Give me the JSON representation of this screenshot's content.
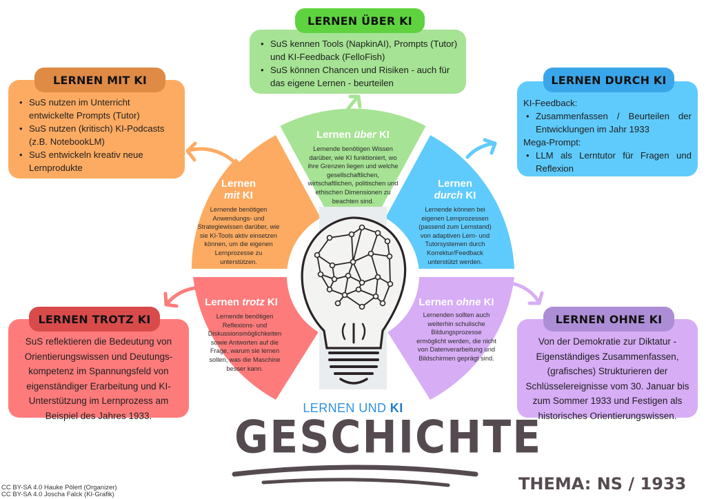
{
  "colors": {
    "ueber_card": "#a6e394",
    "ueber_head": "#5ed33f",
    "ueber_seg": "#a6e394",
    "mit_card": "#fdab62",
    "mit_head": "#df8a45",
    "mit_seg": "#fdab62",
    "durch_card": "#5fcbfc",
    "durch_head": "#3aa6ea",
    "durch_seg": "#5fcbfc",
    "trotz_card": "#fe7b7b",
    "trotz_head": "#d94b4b",
    "trotz_seg": "#fe7b7b",
    "ohne_card": "#d7adf6",
    "ohne_head": "#ad8ed6",
    "ohne_seg": "#d7adf6",
    "title": "#554a50",
    "subtitle": "#2f92e0"
  },
  "cards": {
    "ueber": {
      "heading": "LERNEN ÜBER KI",
      "bullets": [
        "SuS kennen Tools (NapkinAI), Prompts (Tutor) und KI-Feedback (FelloFish)",
        "SuS können Chancen und Risiken - auch für das eigene Lernen - beurteilen"
      ]
    },
    "mit": {
      "heading": "LERNEN MIT KI",
      "bullets": [
        "SuS nutzen im Unterricht entwickelte Prompts (Tutor)",
        "SuS nutzen (kritisch) KI-Podcasts (z.B. NotebookLM)",
        "SuS entwickeln kreativ neue Lernprodukte"
      ]
    },
    "durch": {
      "heading": "LERNEN DURCH KI",
      "label1": "KI-Feedback:",
      "bullet1": "Zusammenfassen / Beurteilen der Entwicklungen im Jahr 1933",
      "label2": "Mega-Prompt:",
      "bullet2": "LLM als Lerntutor für Fragen und Reflexion"
    },
    "trotz": {
      "heading": "LERNEN TROTZ KI",
      "text": "SuS reflektieren die Bedeutung von Orientierungswissen und Deutungs­kompetenz im Spannungsfeld von eigenständiger Erarbeitung und KI-Unterstützung im Lernprozess am Beispiel des Jahres 1933."
    },
    "ohne": {
      "heading": "LERNEN OHNE KI",
      "text": "Von der Demokratie zur Diktatur - Eigenständiges Zusammenfassen, (grafisches) Strukturieren der Schlüsselereignisse vom 30. Januar bis zum Sommer 1933 und Festigen als historisches Orientierungswissen."
    }
  },
  "segments": {
    "ueber": {
      "title_pre": "Lernen ",
      "title_em": "über",
      "title_post": " KI",
      "body": "Lernende benötigen Wissen darüber, wie KI funktioniert, wo ihre Grenzen liegen und welche gesellschaftlichen, wirtschaftlichen, politischen und ethischen Dimensionen zu beachten sind."
    },
    "mit": {
      "title_pre": "Lernen",
      "title_em": "mit",
      "title_post": " KI",
      "body": "Lernende benötigen Anwendungs- und Strategiewissen darüber, wie sie KI-Tools aktiv einsetzen können, um die eigenen Lernprozesse zu unterstützen."
    },
    "durch": {
      "title_pre": "Lernen",
      "title_em": "durch",
      "title_post": " KI",
      "body": "Lernende können bei eigenen Lernprozessen (passend zum Lernstand) von adaptiven Lern- und Tutorsystemen durch Korrektur/Feedback unterstützt werden."
    },
    "trotz": {
      "title_pre": "Lernen ",
      "title_em": "trotz",
      "title_post": " KI",
      "body": "Lernende benötigen Reflexions- und Diskussionsmöglichkeiten sowie Antworten auf die Frage, warum sie lernen sollen, was die Maschine besser kann."
    },
    "ohne": {
      "title_pre": "Lernen ",
      "title_em": "ohne",
      "title_post": " KI",
      "body": "Lernenden sollten auch weiterhin schulische Bildungsprozesse ermöglicht werden, die nicht von Daten­verarbeitung und Bildschirmen geprägt sind."
    }
  },
  "center_icon": "lightbulb-network-icon",
  "subtitle": {
    "pre": "LERNEN UND ",
    "bold": "KI"
  },
  "title": "GESCHICHTE",
  "topic": "THEMA: NS / 1933",
  "credits": [
    "CC BY-SA 4.0 Hauke Pölert (Organizer)",
    "CC BY-SA 4.0 Joscha Falck (KI-Grafik)"
  ]
}
